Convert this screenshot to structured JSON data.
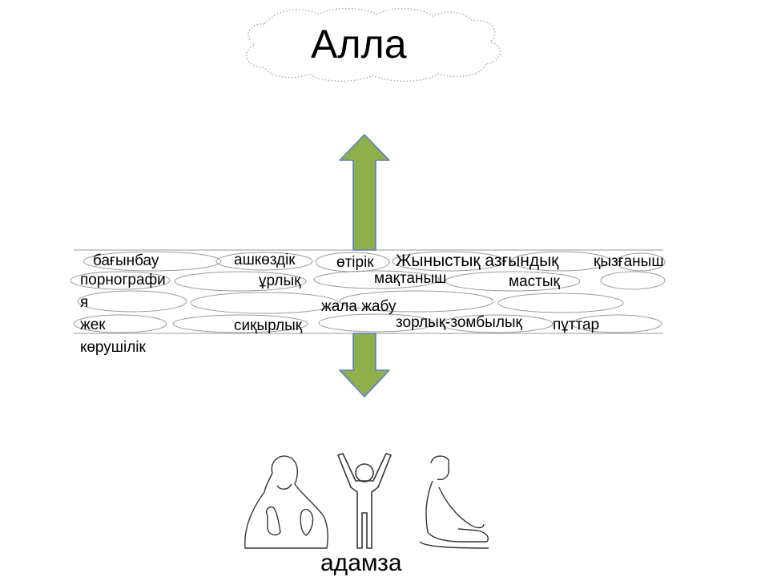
{
  "diagram": {
    "top_label": "Алла",
    "bottom_label": "адамза",
    "arrow_color": "#8faf4a",
    "arrow_outline": "#5b7dc8",
    "wall_words": [
      {
        "id": "bagynbau",
        "text": "бағынбау"
      },
      {
        "id": "ashkozdik",
        "text": "ашкөздік"
      },
      {
        "id": "otirik",
        "text": "өтірік"
      },
      {
        "id": "zhynystyq",
        "text": "Жыныстық азғындық"
      },
      {
        "id": "qyzganysh",
        "text": "қызғаныш"
      },
      {
        "id": "pornografi",
        "text": "порнографи"
      },
      {
        "id": "urlyq",
        "text": "ұрлық"
      },
      {
        "id": "maqtanysh",
        "text": "мақтаныш"
      },
      {
        "id": "mastyq",
        "text": "мастық"
      },
      {
        "id": "ya",
        "text": "я"
      },
      {
        "id": "zhala-zhabu",
        "text": "жала жабу"
      },
      {
        "id": "zhek",
        "text": "жек"
      },
      {
        "id": "sigyrlyq",
        "text": "сиқырлық"
      },
      {
        "id": "zorlyq",
        "text": "зорлық-зомбылық"
      },
      {
        "id": "puttar",
        "text": "пұттар"
      },
      {
        "id": "korushilik",
        "text": "көрушілік"
      }
    ]
  }
}
